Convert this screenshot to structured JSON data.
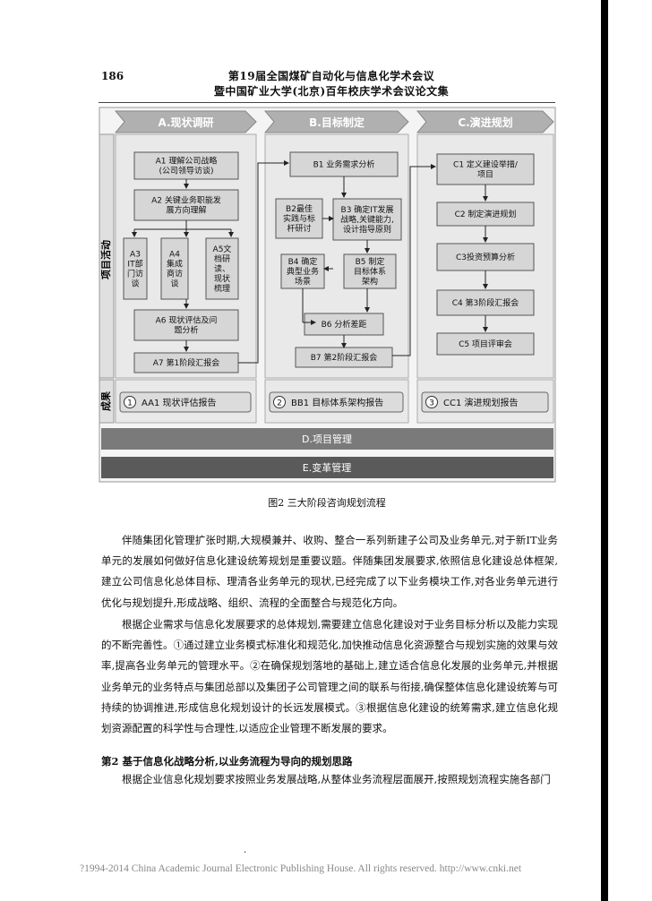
{
  "header": {
    "page_number": "186",
    "line1": "第19届全国煤矿自动化与信息化学术会议",
    "line2": "暨中国矿业大学(北京)百年校庆学术会议论文集"
  },
  "figure": {
    "phases": [
      "A.现状调研",
      "B.目标制定",
      "C.演进规划"
    ],
    "row_labels": {
      "activities": "项目活动",
      "results": "成果"
    },
    "boxes": {
      "A1": "A1 理解公司战略|(公司领导访谈)",
      "A2": "A2 关键业务职能发|展方向理解",
      "A3": "A3|IT部|门访|谈",
      "A4": "A4|集成|商访|谈",
      "A5": "A5文|档研|读、|现状|梳理",
      "A6": "A6 现状评估及问|题分析",
      "A7": "A7 第1阶段汇报会",
      "B1": "B1 业务需求分析",
      "B2": "B2最佳|实践与标|杆研讨",
      "B3": "B3 确定IT发展|战略,关键能力,|设计指导原则",
      "B4": "B4 确定|典型业务|场景",
      "B5": "B5 制定|目标体系|架构",
      "B6": "B6 分析差距",
      "B7": "B7 第2阶段汇报会",
      "C1": "C1 定义建设举措/|项目",
      "C2": "C2 制定演进规划",
      "C3": "C3投资预算分析",
      "C4": "C4 第3阶段汇报会",
      "C5": "C5 项目评审会"
    },
    "results": [
      {
        "num": "1",
        "label": "AA1 现状评估报告"
      },
      {
        "num": "2",
        "label": "BB1 目标体系架构报告"
      },
      {
        "num": "3",
        "label": "CC1 演进规划报告"
      }
    ],
    "bars": [
      "D.项目管理",
      "E.变革管理"
    ],
    "caption": "图2 三大阶段咨询规划流程"
  },
  "body": {
    "para1": "伴随集团化管理扩张时期,大规模兼并、收购、整合一系列新建子公司及业务单元,对于新IT业务单元的发展如何做好信息化建设统筹规划是重要议题。伴随集团发展要求,依照信息化建设总体框架,建立公司信息化总体目标、理清各业务单元的现状,已经完成了以下业务模块工作,对各业务单元进行优化与规划提升,形成战略、组织、流程的全面整合与规范化方向。",
    "para2": "根据企业需求与信息化发展要求的总体规划,需要建立信息化建设对于业务目标分析以及能力实现的不断完善性。①通过建立业务模式标准化和规范化,加快推动信息化资源整合与规划实施的效果与效率,提高各业务单元的管理水平。②在确保规划落地的基础上,建立适合信息化发展的业务单元,并根据业务单元的业务特点与集团总部以及集团子公司管理之间的联系与衔接,确保整体信息化建设统筹与可持续的协调推进,形成信息化规划设计的长远发展模式。③根据信息化建设的统筹需求,建立信息化规划资源配置的科学性与合理性,以适应企业管理不断发展的要求。",
    "subheading": "第2 基于信息化战略分析,以业务流程为导向的规划思路",
    "para3": "根据企业信息化规划要求按照业务发展战略,从整体业务流程层面展开,按照规划流程实施各部门"
  },
  "footer": "?1994-2014 China Academic Journal Electronic Publishing House. All rights reserved.    http://www.cnki.net",
  "colors": {
    "phase_bg": "#b0b0b0",
    "box_bg": "#d6d6d6",
    "bar_d": "#7a7a7a",
    "bar_e": "#5a5a5a",
    "panel_bg": "#e9e9e9"
  }
}
